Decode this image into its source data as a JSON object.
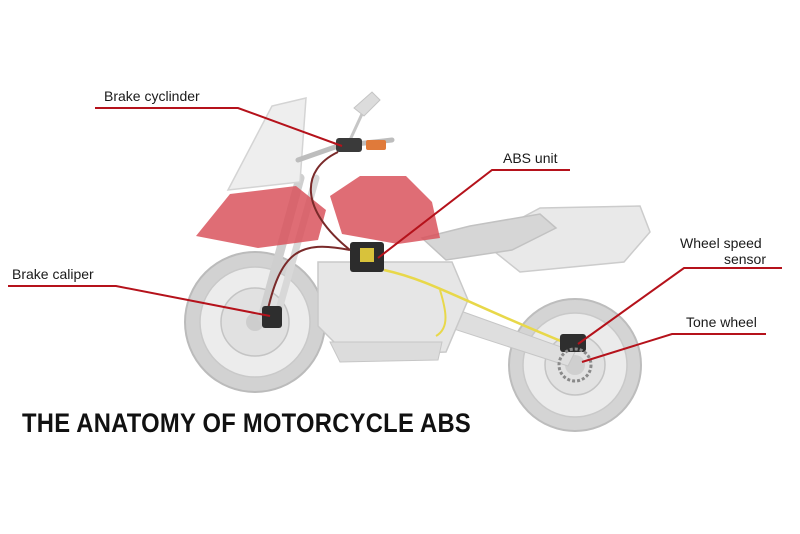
{
  "labels": {
    "brake_cylinder": "Brake cyclinder",
    "abs_unit": "ABS unit",
    "brake_caliper": "Brake caliper",
    "wheel_speed_sensor_line1": "Wheel speed",
    "wheel_speed_sensor_line2": "sensor",
    "tone_wheel": "Tone wheel"
  },
  "title": "THE ANATOMY OF MOTORCYCLE ABS",
  "colors": {
    "leader_line": "#b5121b",
    "fairing_red": "#d9535d",
    "brake_line_yellow": "#e8d84a",
    "background": "#ffffff"
  }
}
